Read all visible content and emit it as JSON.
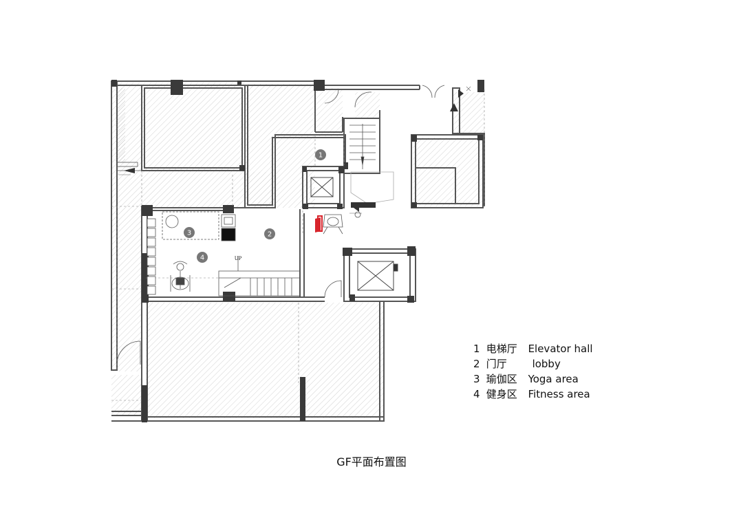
{
  "plan": {
    "rooms": [
      {
        "number": "1",
        "name_cn": "电梯厅",
        "name_en": "Elevator hall"
      },
      {
        "number": "2",
        "name_cn": "门厅",
        "name_en": "lobby"
      },
      {
        "number": "3",
        "name_cn": "瑜伽区",
        "name_en": "Yoga area"
      },
      {
        "number": "4",
        "name_cn": "健身区",
        "name_en": "Fitness area"
      }
    ],
    "stair_label": "UP",
    "title": "GF平面布置图"
  },
  "colors": {
    "wall": "#555555",
    "column": "#3a3a3a",
    "hatch": "#c4c4c4",
    "marker": "#777777",
    "accent": "#d8252c"
  }
}
